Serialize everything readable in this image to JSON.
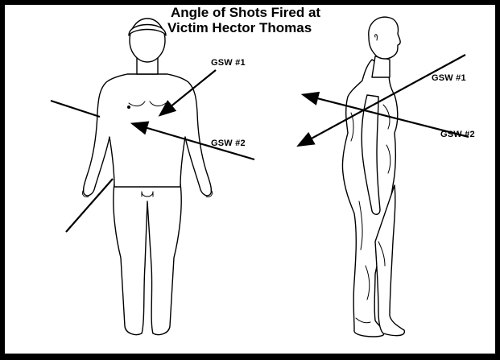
{
  "title": {
    "line1": "Angle of Shots Fired at",
    "line2": "Victim Hector Thomas"
  },
  "labels": {
    "front_gsw1": "GSW #1",
    "front_gsw2": "GSW #2",
    "side_gsw1": "GSW #1",
    "side_gsw2": "GSW #2"
  },
  "colors": {
    "ink": "#000000",
    "background": "#ffffff"
  }
}
